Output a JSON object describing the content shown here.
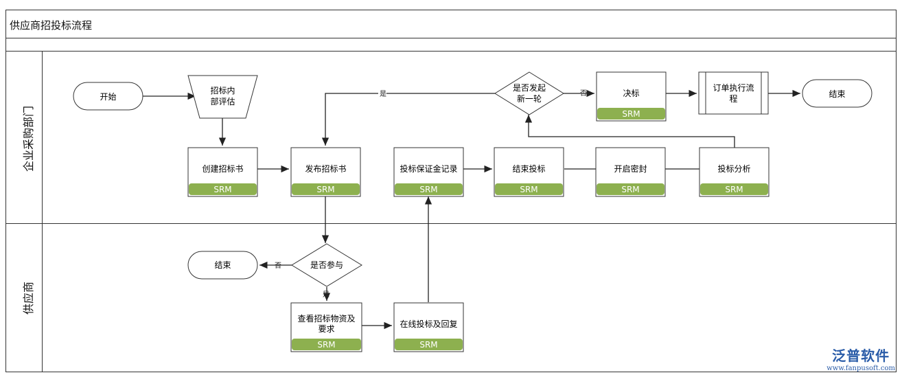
{
  "title": "供应商招投标流程",
  "lanes": [
    {
      "label": "企业采购部门"
    },
    {
      "label": "供应商"
    }
  ],
  "system_tag": "SRM",
  "nodes": {
    "start": "开始",
    "internal_eval_line1": "招标内",
    "internal_eval_line2": "部评估",
    "create_bid": "创建招标书",
    "publish_bid": "发布招标书",
    "deposit_record": "投标保证金记录",
    "end_bidding": "结束投标",
    "open_seal": "开启密封",
    "bid_analysis": "投标分析",
    "new_round_line1": "是否发起",
    "new_round_line2": "新一轮",
    "decide": "决标",
    "order_flow_line1": "订单执行流",
    "order_flow_line2": "程",
    "end_top": "结束",
    "participate": "是否参与",
    "end_supplier": "结束",
    "view_req_line1": "查看招标物资及",
    "view_req_line2": "要求",
    "online_bid": "在线投标及回复"
  },
  "edge_labels": {
    "yes_top": "是",
    "no_top": "否",
    "no_participate": "否",
    "yes_participate": "是"
  },
  "watermark": {
    "logo": "泛普软件",
    "url": "www.fanpusoft.com"
  },
  "colors": {
    "srm_band": "#8db04f",
    "line": "#222222"
  }
}
